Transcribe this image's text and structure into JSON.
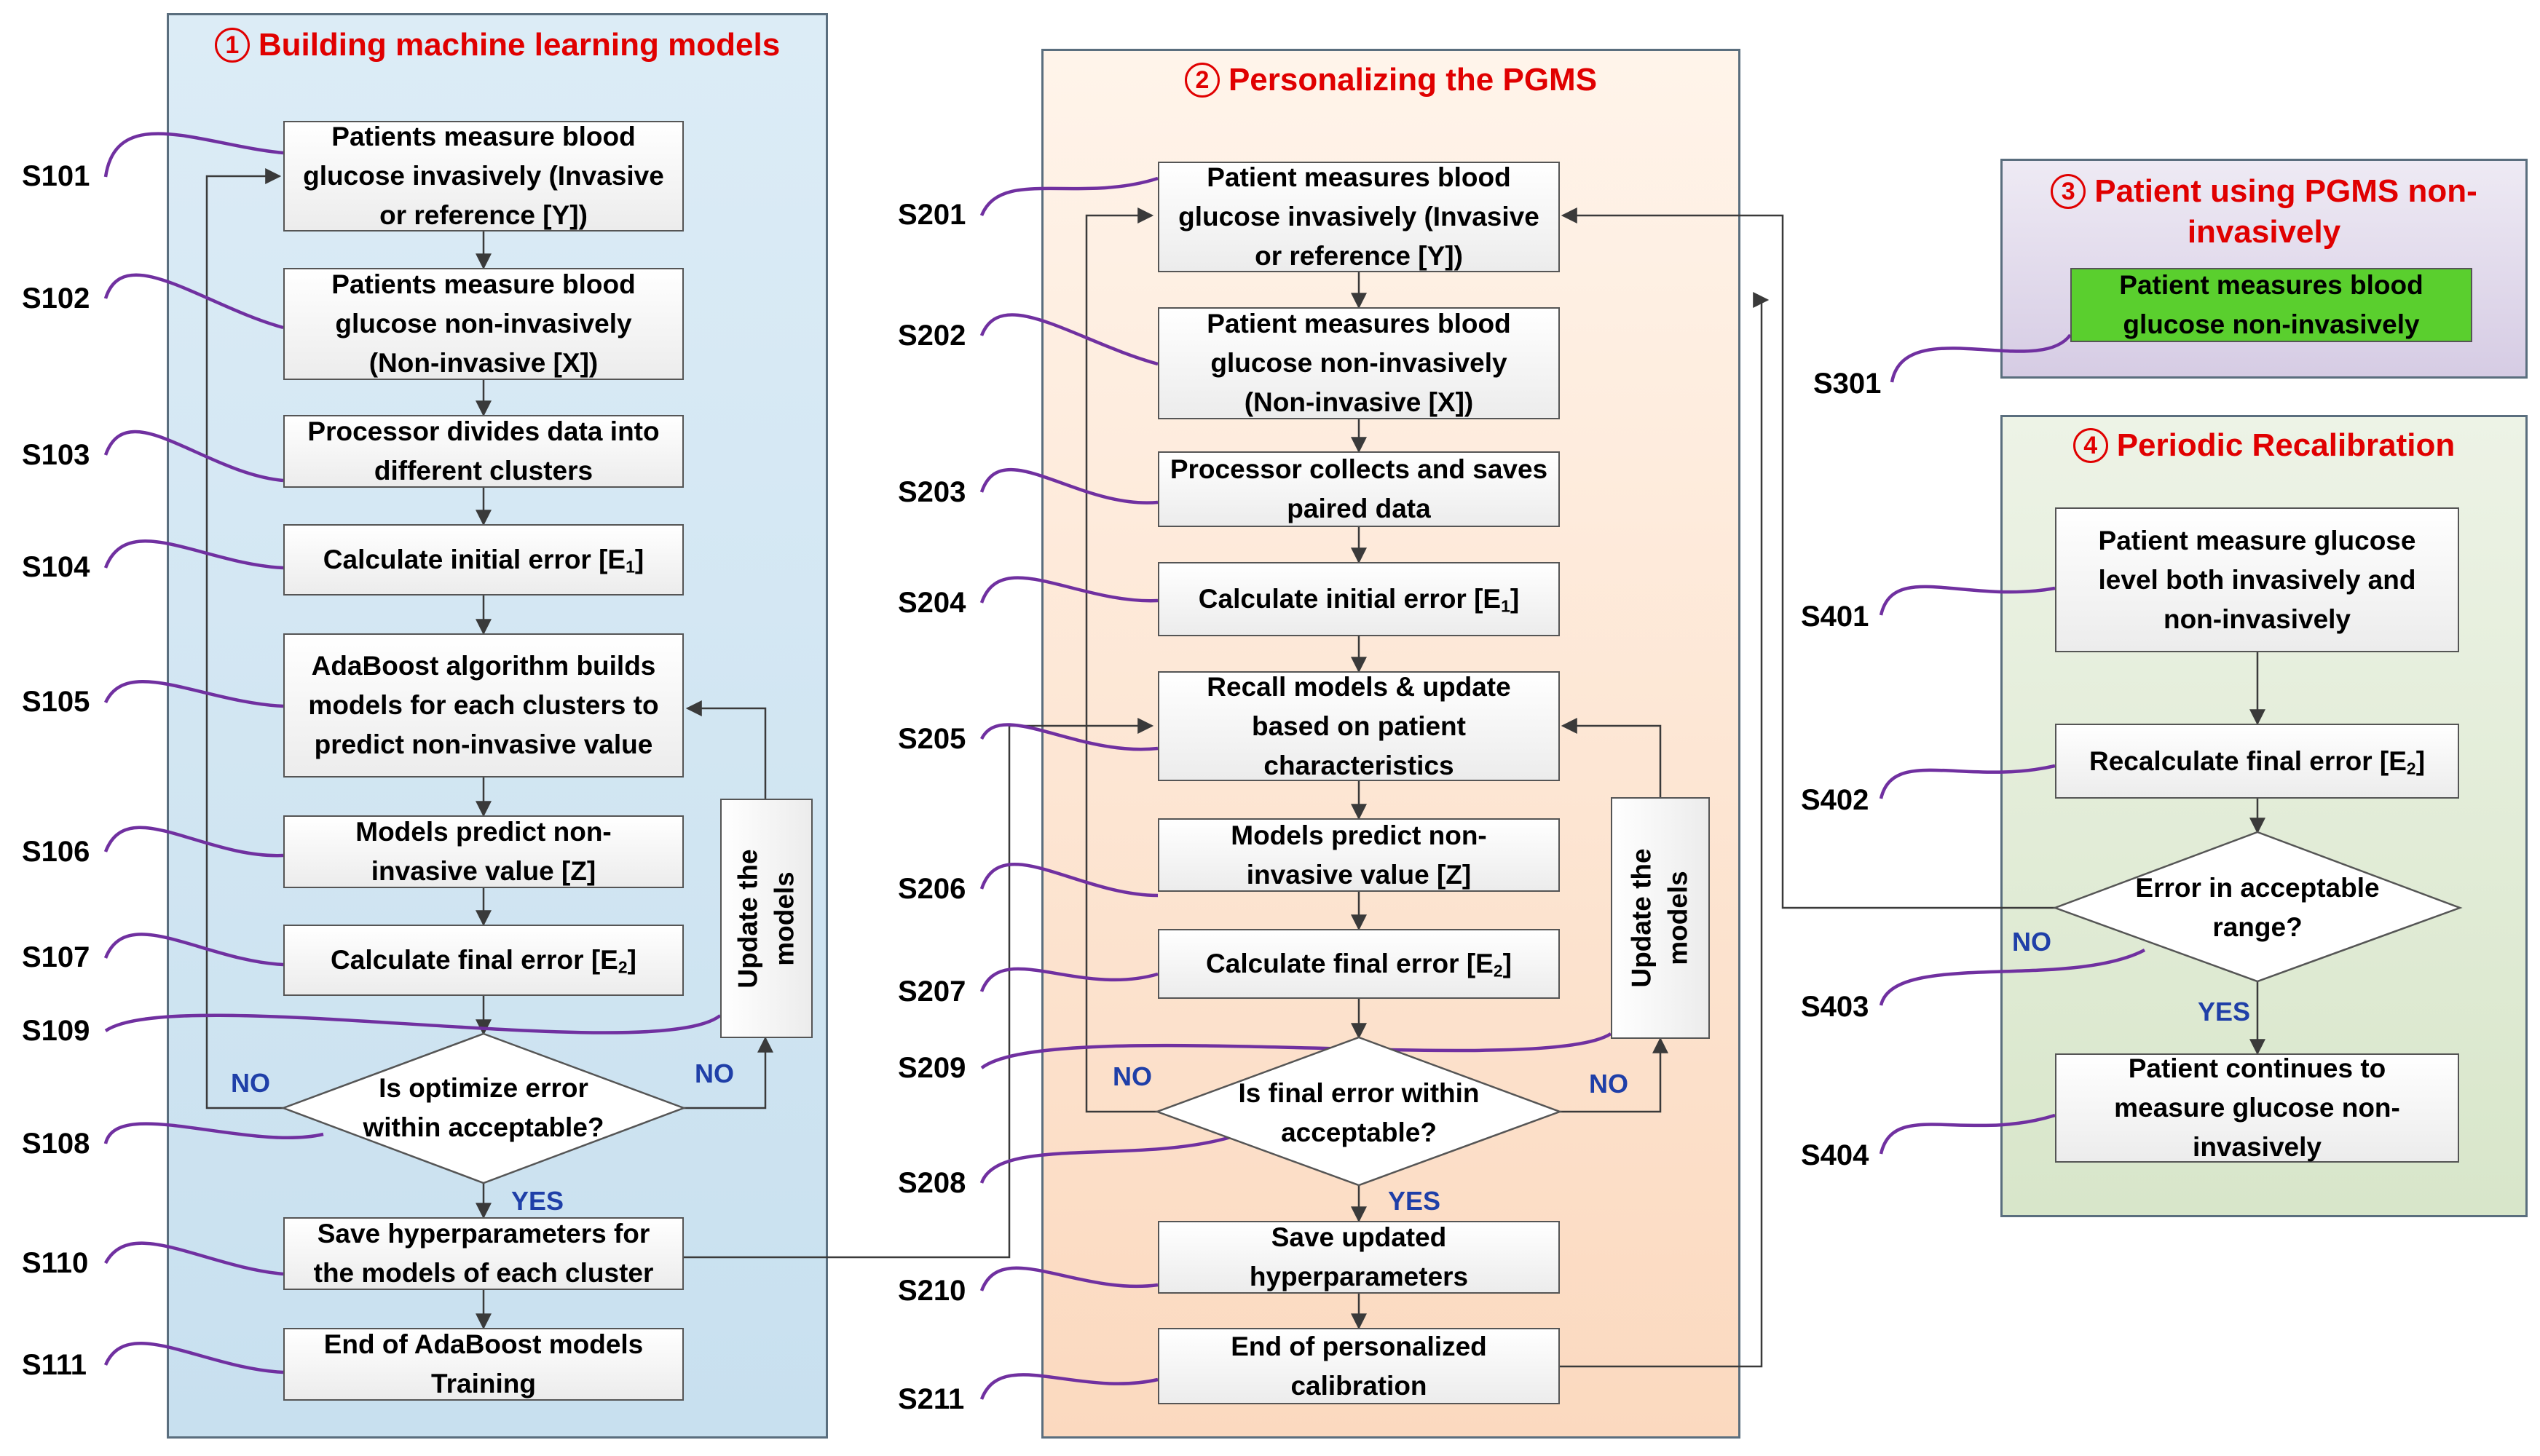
{
  "panels": {
    "p1": {
      "num": "1",
      "title": "Building machine learning models"
    },
    "p2": {
      "num": "2",
      "title": "Personalizing the PGMS"
    },
    "p3": {
      "num": "3",
      "title_line1": "Patient using PGMS non-",
      "title_line2": "invasively"
    },
    "p4": {
      "num": "4",
      "title": "Periodic Recalibration"
    }
  },
  "steps": {
    "s101": {
      "label": "S101",
      "line1": "Patients measure blood",
      "line2": "glucose invasively (Invasive",
      "line3": "or reference [Y])"
    },
    "s102": {
      "label": "S102",
      "line1": "Patients measure blood",
      "line2": "glucose non-invasively",
      "line3": "(Non-invasive [X])"
    },
    "s103": {
      "label": "S103",
      "line1": "Processor divides data into",
      "line2": "different clusters"
    },
    "s104": {
      "label": "S104",
      "text": "Calculate initial error [E",
      "sub": "1",
      "end": "]"
    },
    "s105": {
      "label": "S105",
      "line1": "AdaBoost algorithm builds",
      "line2": "models for each clusters to",
      "line3": "predict non-invasive value"
    },
    "s106": {
      "label": "S106",
      "line1": "Models predict non-",
      "line2": "invasive value [Z]"
    },
    "s107": {
      "label": "S107",
      "text": "Calculate final error [E",
      "sub": "2",
      "end": "]"
    },
    "s108": {
      "label": "S108",
      "line1": "Is optimize error",
      "line2": "within acceptable?"
    },
    "s109": {
      "label": "S109",
      "line1": "Update the",
      "line2": "models"
    },
    "s110": {
      "label": "S110",
      "line1": "Save hyperparameters for",
      "line2": "the models of each cluster"
    },
    "s111": {
      "label": "S111",
      "line1": "End of AdaBoost models",
      "line2": "Training"
    },
    "s201": {
      "label": "S201",
      "line1": "Patient measures blood",
      "line2": "glucose invasively (Invasive",
      "line3": "or reference [Y])"
    },
    "s202": {
      "label": "S202",
      "line1": "Patient measures blood",
      "line2": "glucose non-invasively",
      "line3": "(Non-invasive [X])"
    },
    "s203": {
      "label": "S203",
      "line1": "Processor collects and saves",
      "line2": "paired data"
    },
    "s204": {
      "label": "S204",
      "text": "Calculate initial error [E",
      "sub": "1",
      "end": "]"
    },
    "s205": {
      "label": "S205",
      "line1": "Recall models & update",
      "line2": "based on patient",
      "line3": "characteristics"
    },
    "s206": {
      "label": "S206",
      "line1": "Models predict non-",
      "line2": "invasive value [Z]"
    },
    "s207": {
      "label": "S207",
      "text": "Calculate final error [E",
      "sub": "2",
      "end": "]"
    },
    "s208": {
      "label": "S208",
      "line1": "Is final error within",
      "line2": "acceptable?"
    },
    "s209": {
      "label": "S209",
      "line1": "Update the",
      "line2": "models"
    },
    "s210": {
      "label": "S210",
      "line1": "Save updated",
      "line2": "hyperparameters"
    },
    "s211": {
      "label": "S211",
      "line1": "End of personalized",
      "line2": "calibration"
    },
    "s301": {
      "label": "S301",
      "line1": "Patient measures blood",
      "line2": "glucose non-invasively"
    },
    "s401": {
      "label": "S401",
      "line1": "Patient measure glucose",
      "line2": "level both invasively and",
      "line3": "non-invasively"
    },
    "s402": {
      "label": "S402",
      "text": "Recalculate final error [E",
      "sub": "2",
      "end": "]"
    },
    "s403": {
      "label": "S403",
      "line1": "Error in acceptable",
      "line2": "range?"
    },
    "s404": {
      "label": "S404",
      "line1": "Patient continues to",
      "line2": "measure glucose non-",
      "line3": "invasively"
    }
  },
  "decisions": {
    "no": "NO",
    "yes": "YES"
  },
  "colors": {
    "title_red": "#e00000",
    "decision_blue": "#1f3fa8",
    "leader_purple": "#7030a0",
    "s301_green": "#5acf2e"
  }
}
